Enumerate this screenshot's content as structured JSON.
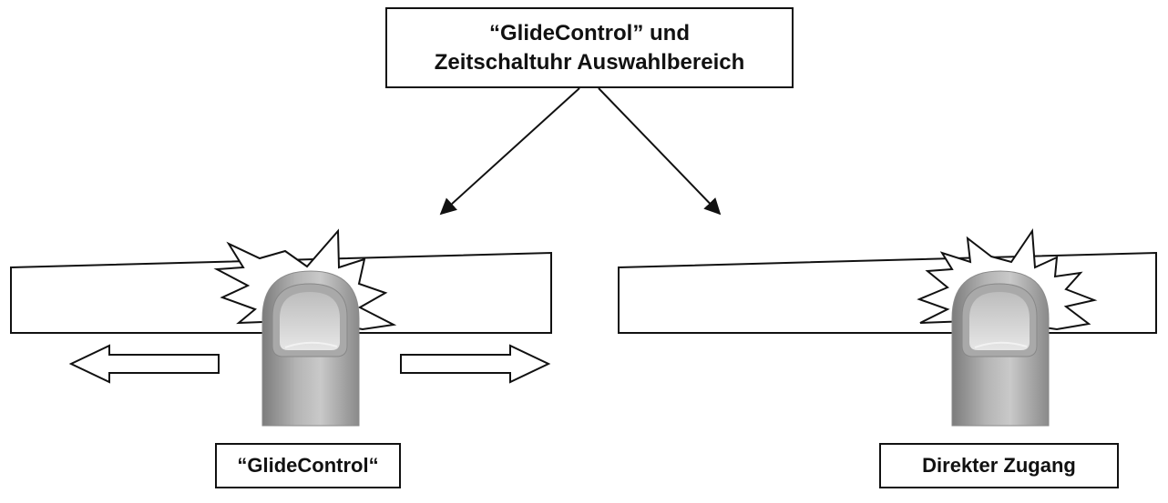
{
  "labels": {
    "top_line1": "“GlideControl” und",
    "top_line2": "Zeitschaltuhr Auswahlbereich",
    "glide": "“GlideControl“",
    "direct": "Direkter Zugang"
  },
  "colors": {
    "outline": "#111111",
    "finger_dark": "#8e8e8e",
    "finger_light": "#c8c8c8",
    "nail": "#dcdcdc",
    "background": "#ffffff"
  }
}
